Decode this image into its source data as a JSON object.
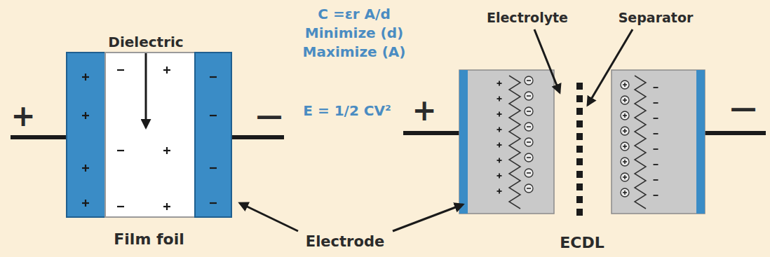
{
  "diagram": {
    "nodes": [
      {
        "text": [
          "Film foil"
        ]
      },
      {
        "text": [
          "ECDL"
        ]
      }
    ],
    "labels": [
      "Dielectric",
      "C =εr A/d",
      "Minimize (d)",
      "Maximize (A)",
      "E = 1/2 CV²",
      "Electrolyte",
      "Separator",
      "Electrode",
      "+",
      "—",
      "+",
      "—"
    ]
  }
}
